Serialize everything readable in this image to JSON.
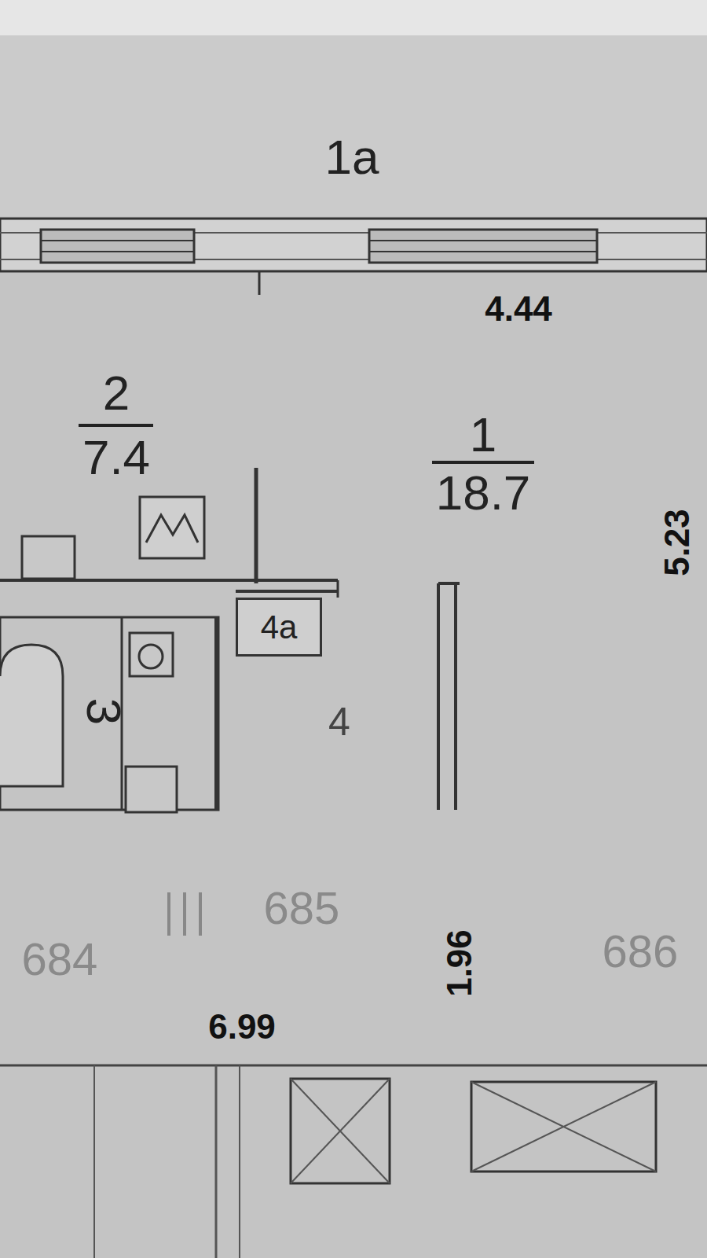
{
  "diagram": {
    "nodes": [
      {
        "text": [
          "4а"
        ]
      }
    ],
    "labels": [
      "1а",
      "4.44",
      "2",
      "7.4",
      "1",
      "18.7",
      "5.23",
      "3",
      "4",
      "685",
      "684",
      "1.96",
      "686",
      "6.99"
    ]
  }
}
